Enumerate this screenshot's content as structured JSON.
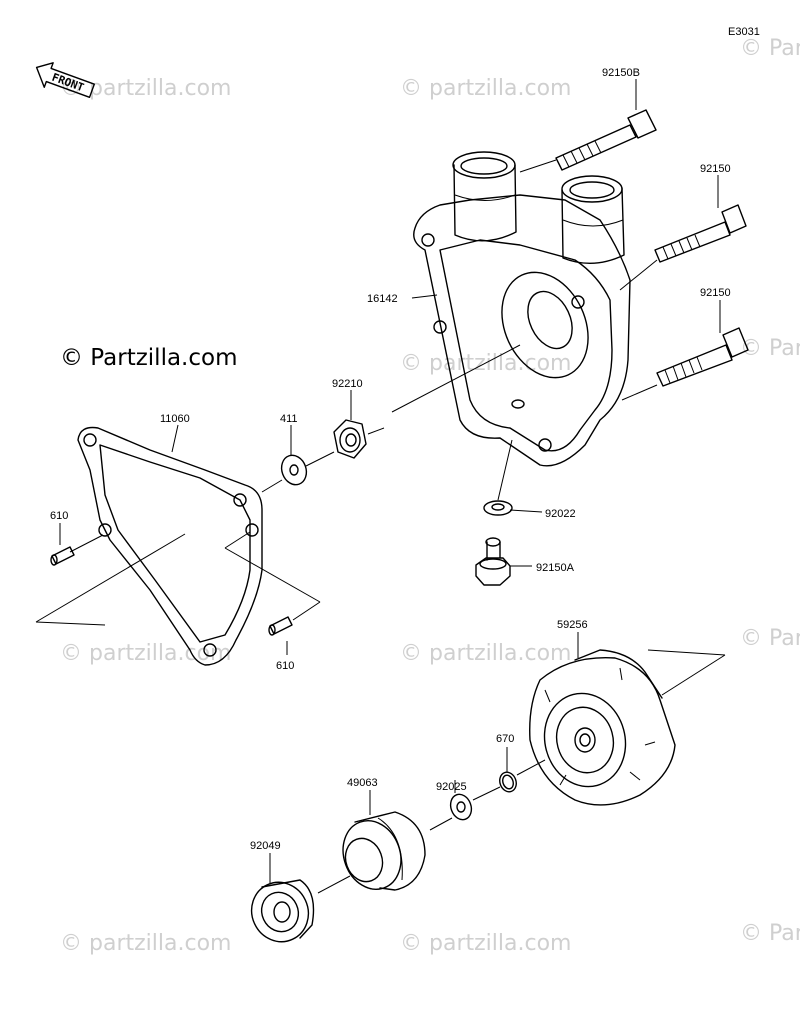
{
  "diagram_code": "E3031",
  "front_label": "FRONT",
  "watermark_text": "© Partzilla.com",
  "watermark_faint_text": "© partzilla.com",
  "watermark_edge_text": "© Par",
  "parts": [
    {
      "id": "p92150B",
      "number": "92150B"
    },
    {
      "id": "p92150a",
      "number": "92150"
    },
    {
      "id": "p92150b",
      "number": "92150"
    },
    {
      "id": "p16142",
      "number": "16142"
    },
    {
      "id": "p92210",
      "number": "92210"
    },
    {
      "id": "p11060",
      "number": "11060"
    },
    {
      "id": "p411",
      "number": "411"
    },
    {
      "id": "p610a",
      "number": "610"
    },
    {
      "id": "p610b",
      "number": "610"
    },
    {
      "id": "p92022",
      "number": "92022"
    },
    {
      "id": "p92150A",
      "number": "92150A"
    },
    {
      "id": "p59256",
      "number": "59256"
    },
    {
      "id": "p670",
      "number": "670"
    },
    {
      "id": "p92025",
      "number": "92025"
    },
    {
      "id": "p49063",
      "number": "49063"
    },
    {
      "id": "p92049",
      "number": "92049"
    }
  ]
}
